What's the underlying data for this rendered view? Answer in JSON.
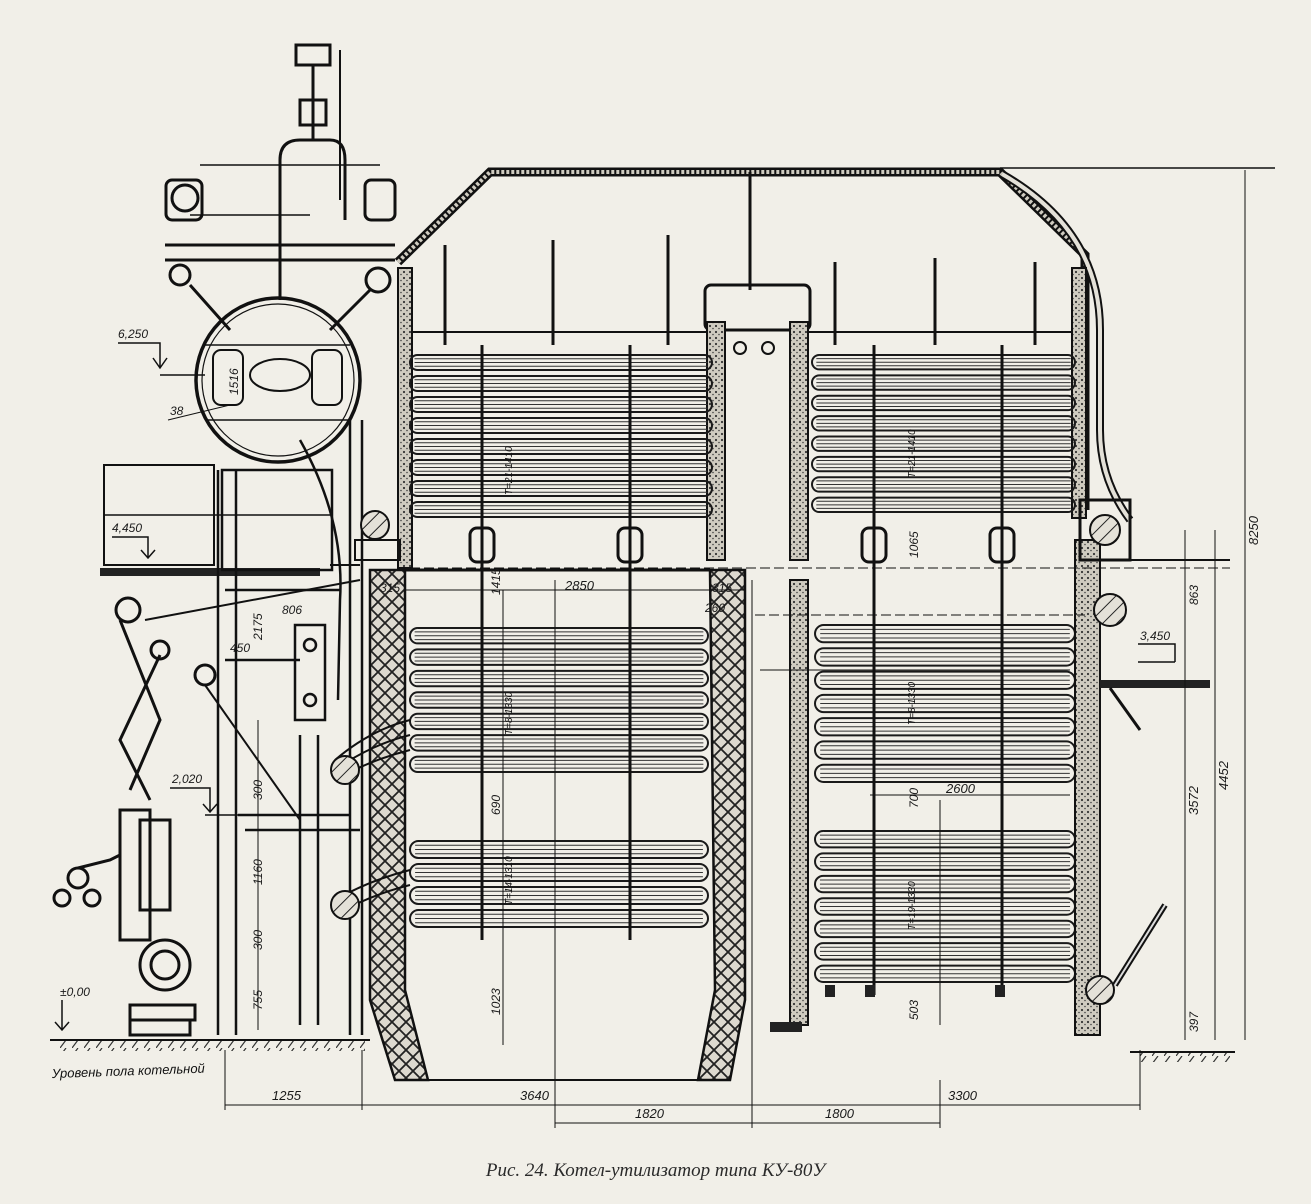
{
  "caption": "Рис. 24. Котел-утилизатор типа КУ-80У",
  "floor_label": "Уровень пола котельной",
  "levels": [
    "6,250",
    "4,450",
    "3,450",
    "2,020",
    "±0,00"
  ],
  "bottom_dims": [
    "1255",
    "3640",
    "1820",
    "1800",
    "3300"
  ],
  "horizontal_dims": [
    "2850",
    "2600",
    "315",
    "315",
    "260",
    "450",
    "806"
  ],
  "vertical_dims": [
    "8250",
    "4452",
    "3572",
    "863",
    "1415",
    "690",
    "1023",
    "1065",
    "700",
    "503",
    "397",
    "1160",
    "300",
    "300",
    "755",
    "2175"
  ],
  "drum_labels": [
    "1516",
    "38"
  ],
  "bundle_labels": [
    "Т=21-1410",
    "Т=8-1330",
    "Т=14-1310",
    "Т=21-1410",
    "Т=8-1330",
    "Т=19-1330"
  ]
}
